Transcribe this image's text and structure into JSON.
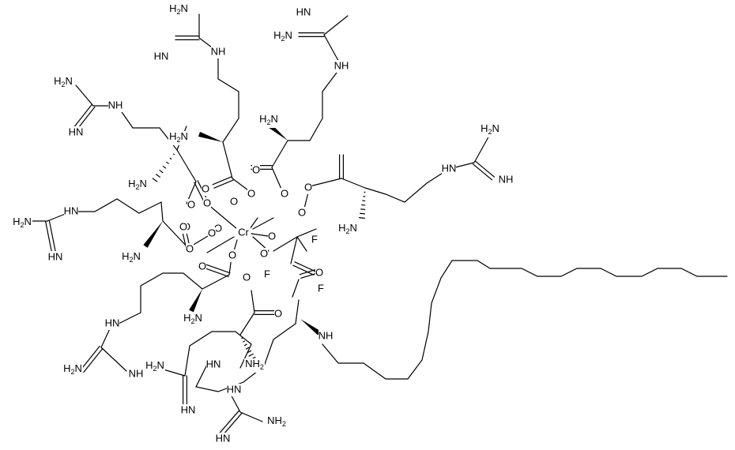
{
  "molecule": {
    "labels": {
      "nh2": "NH",
      "h2n": "H",
      "n": "N",
      "hn": "HN",
      "nh": "NH",
      "nh_a": "NH",
      "amino_h2n": "H",
      "amino_sub": "2",
      "o": "O",
      "cr": "Cr",
      "f": "F",
      "h": "H",
      "sub2": "2"
    }
  }
}
